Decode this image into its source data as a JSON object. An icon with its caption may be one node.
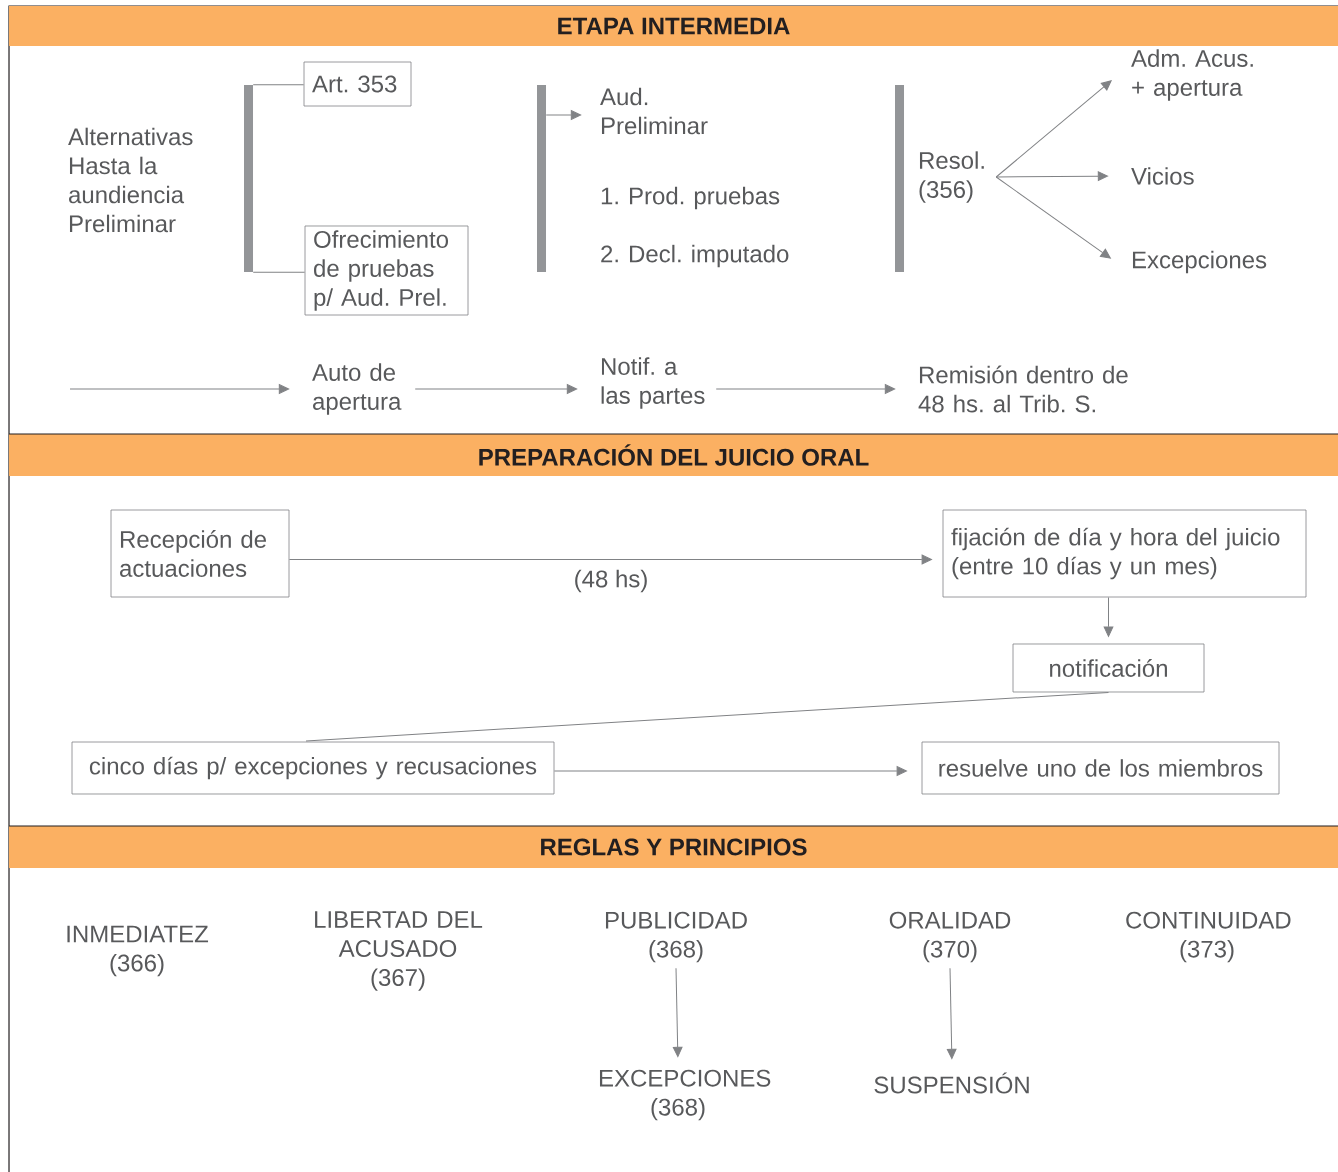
{
  "diagram": {
    "nodes": [
      {
        "text": [
          "ETAPA INTERMEDIA"
        ]
      },
      {
        "text": [
          "Alternativas Hasta la aundiencia Preliminar"
        ]
      },
      {
        "text": [],
        "shape": "bar"
      },
      {
        "text": [
          "Art. 353"
        ]
      },
      {
        "text": [
          "Ofrecimiento de pruebas p/ Aud. Prel."
        ]
      },
      {
        "text": [],
        "shape": "bar"
      },
      {
        "text": [
          "Aud. Preliminar"
        ]
      },
      {
        "text": [
          "1. Prod. pruebas"
        ]
      },
      {
        "text": [
          "2. Decl. imputado"
        ]
      },
      {
        "text": [],
        "shape": "bar"
      },
      {
        "text": [
          "Resol. (356)"
        ]
      },
      {
        "text": [
          "Adm. Acus. + apertura"
        ]
      },
      {
        "text": [
          "Vicios"
        ]
      },
      {
        "text": [
          "Excepciones"
        ]
      },
      {
        "text": [
          "Auto de apertura"
        ]
      },
      {
        "text": [
          "Notif. a las partes"
        ]
      },
      {
        "text": [
          "Remisión dentro de 48 hs. al Trib. S."
        ]
      },
      {
        "text": [
          "PREPARACIÓN DEL JUICIO ORAL"
        ]
      },
      {
        "text": [
          "Recepción de actuaciones"
        ]
      },
      {
        "text": [
          "fijación de día y hora del juicio (entre 10 días y un mes)"
        ]
      },
      {
        "text": [
          "notificación"
        ]
      },
      {
        "text": [
          "cinco días p/ excepciones y recusaciones"
        ]
      },
      {
        "text": [
          "resuelve uno de los miembros"
        ]
      },
      {
        "text": [
          "REGLAS Y PRINCIPIOS"
        ]
      },
      {
        "text": [
          "INMEDIATEZ (366)"
        ]
      },
      {
        "text": [
          "LIBERTAD DEL ACUSADO (367)"
        ]
      },
      {
        "text": [
          "PUBLICIDAD (368)"
        ]
      },
      {
        "text": [
          "ORALIDAD (370)"
        ]
      },
      {
        "text": [
          "CONTINUIDAD (373)"
        ]
      },
      {
        "text": [
          "EXCEPCIONES (368)"
        ]
      },
      {
        "text": [
          "SUSPENSIÓN"
        ]
      }
    ],
    "edges": [
      {
        "from": 2,
        "to": 3,
        "arrow": "none"
      },
      {
        "from": 2,
        "to": 4,
        "arrow": "none"
      },
      {
        "from": 5,
        "to": 6,
        "arrow": "to"
      },
      {
        "from": 10,
        "to": 11,
        "arrow": "to"
      },
      {
        "from": 10,
        "to": 12,
        "arrow": "to"
      },
      {
        "from": 10,
        "to": 13,
        "arrow": "to"
      },
      {
        "from": null,
        "to": 14,
        "arrow": "to"
      },
      {
        "from": 14,
        "to": 15,
        "arrow": "to"
      },
      {
        "from": 15,
        "to": 16,
        "arrow": "to"
      },
      {
        "from": 18,
        "to": 19,
        "arrow": "to",
        "label": "(48 hs)"
      },
      {
        "from": 19,
        "to": 20,
        "arrow": "to"
      },
      {
        "from": 20,
        "to": 21,
        "arrow": "none"
      },
      {
        "from": 21,
        "to": 22,
        "arrow": "to"
      },
      {
        "from": 26,
        "to": 29,
        "arrow": "to"
      },
      {
        "from": 27,
        "to": 30,
        "arrow": "to"
      }
    ]
  }
}
